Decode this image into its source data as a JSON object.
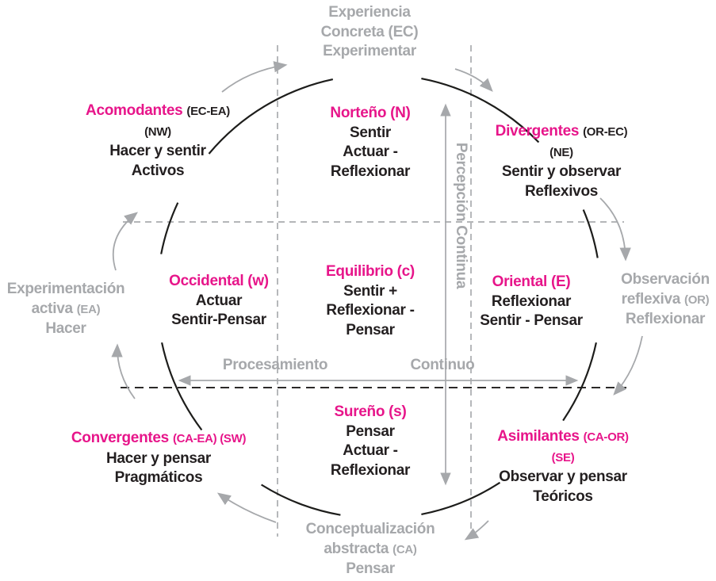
{
  "colors": {
    "pink": "#e7158a",
    "gray": "#a6a8ab",
    "ink": "#231f20",
    "arc": "#1d1d1b",
    "dash_gray": "#aaacaf",
    "dash_black": "#2b2a29",
    "arrow_gray": "#a6a8ab"
  },
  "axes": {
    "vertical_label": "Percepción Continua",
    "horizontal_label_left": "Procesamiento",
    "horizontal_label_right": "Continuo"
  },
  "blocks": {
    "top_axis": {
      "lines": [
        [
          {
            "t": "Experiencia",
            "c": "gray"
          }
        ],
        [
          {
            "t": "Concreta (EC)",
            "c": "gray"
          }
        ],
        [
          {
            "t": "Experimentar",
            "c": "gray"
          }
        ]
      ]
    },
    "north": {
      "lines": [
        [
          {
            "t": "Norteño (N)",
            "c": "pink"
          }
        ],
        [
          {
            "t": "Sentir",
            "c": "black"
          }
        ],
        [
          {
            "t": "Actuar -",
            "c": "black"
          }
        ],
        [
          {
            "t": "Reflexionar",
            "c": "black"
          }
        ]
      ]
    },
    "northwest": {
      "lines": [
        [
          {
            "t": "Acomodantes ",
            "c": "pink"
          },
          {
            "t": "(EC-EA)",
            "c": "black",
            "sm": true
          }
        ],
        [
          {
            "t": "(NW)",
            "c": "black",
            "sm": true
          }
        ],
        [
          {
            "t": "Hacer y sentir",
            "c": "black"
          }
        ],
        [
          {
            "t": "Activos",
            "c": "black"
          }
        ]
      ]
    },
    "northeast": {
      "lines": [
        [
          {
            "t": "Divergentes ",
            "c": "pink"
          },
          {
            "t": "(OR-EC)",
            "c": "black",
            "sm": true
          }
        ],
        [
          {
            "t": "(NE)",
            "c": "black",
            "sm": true
          }
        ],
        [
          {
            "t": "Sentir y observar",
            "c": "black"
          }
        ],
        [
          {
            "t": "Reflexivos",
            "c": "black"
          }
        ]
      ]
    },
    "west_axis": {
      "lines": [
        [
          {
            "t": "Experimentación",
            "c": "gray"
          }
        ],
        [
          {
            "t": "activa ",
            "c": "gray"
          },
          {
            "t": "(EA)",
            "c": "gray",
            "sm": true
          }
        ],
        [
          {
            "t": "Hacer",
            "c": "gray"
          }
        ]
      ]
    },
    "west": {
      "lines": [
        [
          {
            "t": "Occidental (w)",
            "c": "pink"
          }
        ],
        [
          {
            "t": "Actuar",
            "c": "black"
          }
        ],
        [
          {
            "t": "Sentir-Pensar",
            "c": "black"
          }
        ]
      ]
    },
    "center": {
      "lines": [
        [
          {
            "t": "Equilibrio (c)",
            "c": "pink"
          }
        ],
        [
          {
            "t": "Sentir +",
            "c": "black"
          }
        ],
        [
          {
            "t": "Reflexionar -",
            "c": "black"
          }
        ],
        [
          {
            "t": "Pensar",
            "c": "black"
          }
        ]
      ]
    },
    "east": {
      "lines": [
        [
          {
            "t": "Oriental (E)",
            "c": "pink"
          }
        ],
        [
          {
            "t": "Reflexionar",
            "c": "black"
          }
        ],
        [
          {
            "t": "Sentir - Pensar",
            "c": "black"
          }
        ]
      ]
    },
    "east_axis": {
      "lines": [
        [
          {
            "t": "Observación",
            "c": "gray"
          }
        ],
        [
          {
            "t": "reflexiva ",
            "c": "gray"
          },
          {
            "t": "(OR)",
            "c": "gray",
            "sm": true
          }
        ],
        [
          {
            "t": "Reflexionar",
            "c": "gray"
          }
        ]
      ]
    },
    "southwest": {
      "lines": [
        [
          {
            "t": "Convergentes ",
            "c": "pink"
          },
          {
            "t": "(CA-EA) (SW)",
            "c": "pink",
            "sm": true
          }
        ],
        [
          {
            "t": "Hacer y pensar",
            "c": "black"
          }
        ],
        [
          {
            "t": "Pragmáticos",
            "c": "black"
          }
        ]
      ]
    },
    "south": {
      "lines": [
        [
          {
            "t": "Sureño (s)",
            "c": "pink"
          }
        ],
        [
          {
            "t": "Pensar",
            "c": "black"
          }
        ],
        [
          {
            "t": "Actuar -",
            "c": "black"
          }
        ],
        [
          {
            "t": "Reflexionar",
            "c": "black"
          }
        ]
      ]
    },
    "southeast": {
      "lines": [
        [
          {
            "t": "Asimilantes ",
            "c": "pink"
          },
          {
            "t": "(CA-OR)",
            "c": "pink",
            "sm": true
          }
        ],
        [
          {
            "t": "(SE)",
            "c": "pink",
            "sm": true
          }
        ],
        [
          {
            "t": "Observar y pensar",
            "c": "black"
          }
        ],
        [
          {
            "t": "Teóricos",
            "c": "black"
          }
        ]
      ]
    },
    "bottom_axis": {
      "lines": [
        [
          {
            "t": "Conceptualización",
            "c": "gray"
          }
        ],
        [
          {
            "t": "abstracta ",
            "c": "gray"
          },
          {
            "t": "(CA)",
            "c": "gray",
            "sm": true
          }
        ],
        [
          {
            "t": "Pensar",
            "c": "gray"
          }
        ]
      ]
    }
  }
}
